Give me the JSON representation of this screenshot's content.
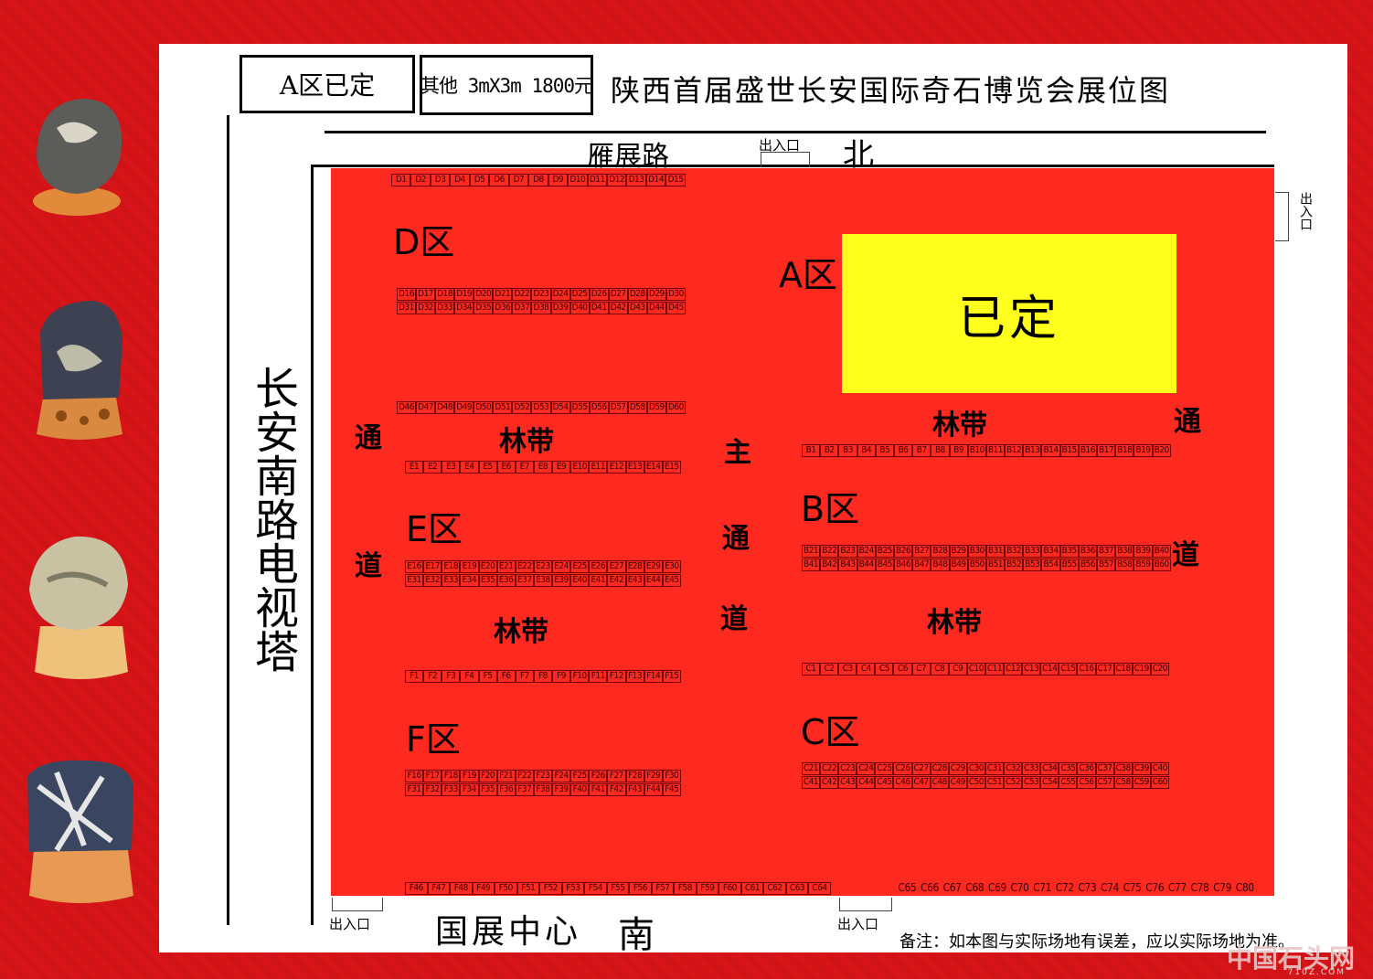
{
  "header": {
    "status_label": "A区已定",
    "price_label": "其他 3mX3m 1800元",
    "title": "陕西首届盛世长安国际奇石博览会展位图"
  },
  "roads": {
    "north_road": "雁展路",
    "north": "北",
    "west_road": "长安南路电视塔",
    "south_road": "国展中心",
    "south": "南"
  },
  "exits": {
    "top": "出入口",
    "right": "出入口",
    "bottom_left": "出入口",
    "bottom_mid": "出入口"
  },
  "zones": {
    "a": "A区",
    "b": "B区",
    "c": "C区",
    "d": "D区",
    "e": "E区",
    "f": "F区",
    "reserved": "已定"
  },
  "labels": {
    "wood_e_top": "林带",
    "wood_e_bottom": "林带",
    "wood_b_top": "林带",
    "wood_b_bottom": "林带",
    "aisle_left_1": "通",
    "aisle_left_2": "道",
    "aisle_right_1": "通",
    "aisle_right_2": "道",
    "main_1": "主",
    "main_2": "通",
    "main_3": "道"
  },
  "note": "备注：如本图与实际场地有误差，应以实际场地为准。",
  "watermark": "中国石头网",
  "watermark_url": "710Z.COM",
  "colors": {
    "hall": "#ff2a1f",
    "reserved": "#ffff1e",
    "background": "#d71418"
  },
  "booths": {
    "D_top": [
      "D1",
      "D2",
      "D3",
      "D4",
      "D5",
      "D6",
      "D7",
      "D8",
      "D9",
      "D10",
      "D11",
      "D12",
      "D13",
      "D14",
      "D15"
    ],
    "D_mid1": [
      "D16",
      "D17",
      "D18",
      "D19",
      "D20",
      "D21",
      "D22",
      "D23",
      "D24",
      "D25",
      "D26",
      "D27",
      "D28",
      "D29",
      "D30"
    ],
    "D_mid2": [
      "D31",
      "D32",
      "D33",
      "D34",
      "D35",
      "D36",
      "D37",
      "D38",
      "D39",
      "D40",
      "D41",
      "D42",
      "D43",
      "D44",
      "D45"
    ],
    "D_bot": [
      "D46",
      "D47",
      "D48",
      "D49",
      "D50",
      "D51",
      "D52",
      "D53",
      "D54",
      "D55",
      "D56",
      "D57",
      "D58",
      "D59",
      "D60"
    ],
    "E_top": [
      "E1",
      "E2",
      "E3",
      "E4",
      "E5",
      "E6",
      "E7",
      "E8",
      "E9",
      "E10",
      "E11",
      "E12",
      "E13",
      "E14",
      "E15"
    ],
    "E_mid1": [
      "E16",
      "E17",
      "E18",
      "E19",
      "E20",
      "E21",
      "E22",
      "E23",
      "E24",
      "E25",
      "E26",
      "E27",
      "E28",
      "E29",
      "E30"
    ],
    "E_mid2": [
      "E31",
      "E32",
      "E33",
      "E34",
      "E35",
      "E36",
      "E37",
      "E38",
      "E39",
      "E40",
      "E41",
      "E42",
      "E43",
      "E44",
      "E45"
    ],
    "F_top": [
      "F1",
      "F2",
      "F3",
      "F4",
      "F5",
      "F6",
      "F7",
      "F8",
      "F9",
      "F10",
      "F11",
      "F12",
      "F13",
      "F14",
      "F15"
    ],
    "F_mid1": [
      "F16",
      "F17",
      "F18",
      "F19",
      "F20",
      "F21",
      "F22",
      "F23",
      "F24",
      "F25",
      "F26",
      "F27",
      "F28",
      "F29",
      "F30"
    ],
    "F_mid2": [
      "F31",
      "F32",
      "F33",
      "F34",
      "F35",
      "F36",
      "F37",
      "F38",
      "F39",
      "F40",
      "F41",
      "F42",
      "F43",
      "F44",
      "F45"
    ],
    "bottom_left": [
      "F46",
      "F47",
      "F48",
      "F49",
      "F50",
      "F51",
      "F52",
      "F53",
      "F54",
      "F55",
      "F56",
      "F57",
      "F58",
      "F59",
      "F60",
      "C61",
      "C62",
      "C63",
      "C64"
    ],
    "B_top": [
      "B1",
      "B2",
      "B3",
      "B4",
      "B5",
      "B6",
      "B7",
      "B8",
      "B9",
      "B10",
      "B11",
      "B12",
      "B13",
      "B14",
      "B15",
      "B16",
      "B17",
      "B18",
      "B19",
      "B20"
    ],
    "B_mid1": [
      "B21",
      "B22",
      "B23",
      "B24",
      "B25",
      "B26",
      "B27",
      "B28",
      "B29",
      "B30",
      "B31",
      "B32",
      "B33",
      "B34",
      "B35",
      "B36",
      "B37",
      "B38",
      "B39",
      "B40"
    ],
    "B_mid2": [
      "B41",
      "B42",
      "B43",
      "B44",
      "B45",
      "B46",
      "B47",
      "B48",
      "B49",
      "B50",
      "B51",
      "B52",
      "B53",
      "B54",
      "B55",
      "B56",
      "B57",
      "B58",
      "B59",
      "B60"
    ],
    "C_top": [
      "C1",
      "C2",
      "C3",
      "C4",
      "C5",
      "C6",
      "C7",
      "C8",
      "C9",
      "C10",
      "C11",
      "C12",
      "C13",
      "C14",
      "C15",
      "C16",
      "C17",
      "C18",
      "C19",
      "C20"
    ],
    "C_mid1": [
      "C21",
      "C22",
      "C23",
      "C24",
      "C25",
      "C26",
      "C27",
      "C28",
      "C29",
      "C30",
      "C31",
      "C32",
      "C33",
      "C34",
      "C35",
      "C36",
      "C37",
      "C38",
      "C39",
      "C40"
    ],
    "C_mid2": [
      "C41",
      "C42",
      "C43",
      "C44",
      "C45",
      "C46",
      "C47",
      "C48",
      "C49",
      "C50",
      "C51",
      "C52",
      "C53",
      "C54",
      "C55",
      "C56",
      "C57",
      "C58",
      "C59",
      "C60"
    ],
    "bottom_right": [
      "C65",
      "C66",
      "C67",
      "C68",
      "C69",
      "C70",
      "C71",
      "C72",
      "C73",
      "C74",
      "C75",
      "C76",
      "C77",
      "C78",
      "C79",
      "C80"
    ]
  }
}
